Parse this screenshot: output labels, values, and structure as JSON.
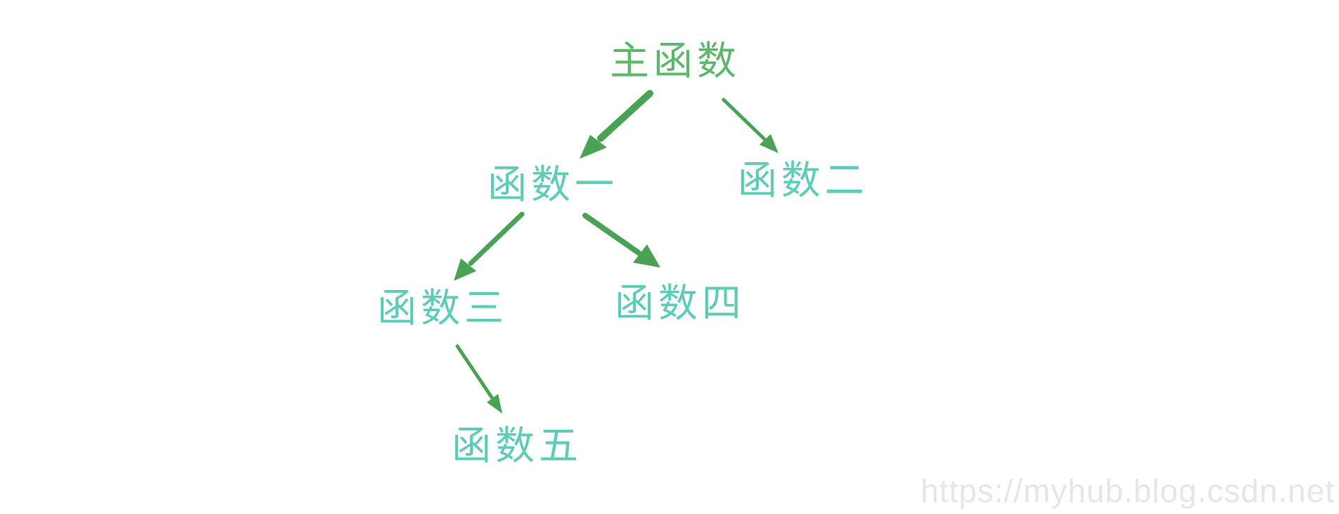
{
  "diagram": {
    "nodes": [
      {
        "id": "main",
        "label": "主函数"
      },
      {
        "id": "f1",
        "label": "函数一"
      },
      {
        "id": "f2",
        "label": "函数二"
      },
      {
        "id": "f3",
        "label": "函数三"
      },
      {
        "id": "f4",
        "label": "函数四"
      },
      {
        "id": "f5",
        "label": "函数五"
      }
    ],
    "edges": [
      {
        "from": "main",
        "to": "f1"
      },
      {
        "from": "main",
        "to": "f2"
      },
      {
        "from": "f1",
        "to": "f3"
      },
      {
        "from": "f1",
        "to": "f4"
      },
      {
        "from": "f3",
        "to": "f5"
      }
    ]
  },
  "watermark": "https://myhub.blog.csdn.net",
  "colors": {
    "root_text": "#5cb86a",
    "node_text": "#5ecdb7",
    "arrow": "#4aa354",
    "watermark": "#e6e6e6"
  }
}
